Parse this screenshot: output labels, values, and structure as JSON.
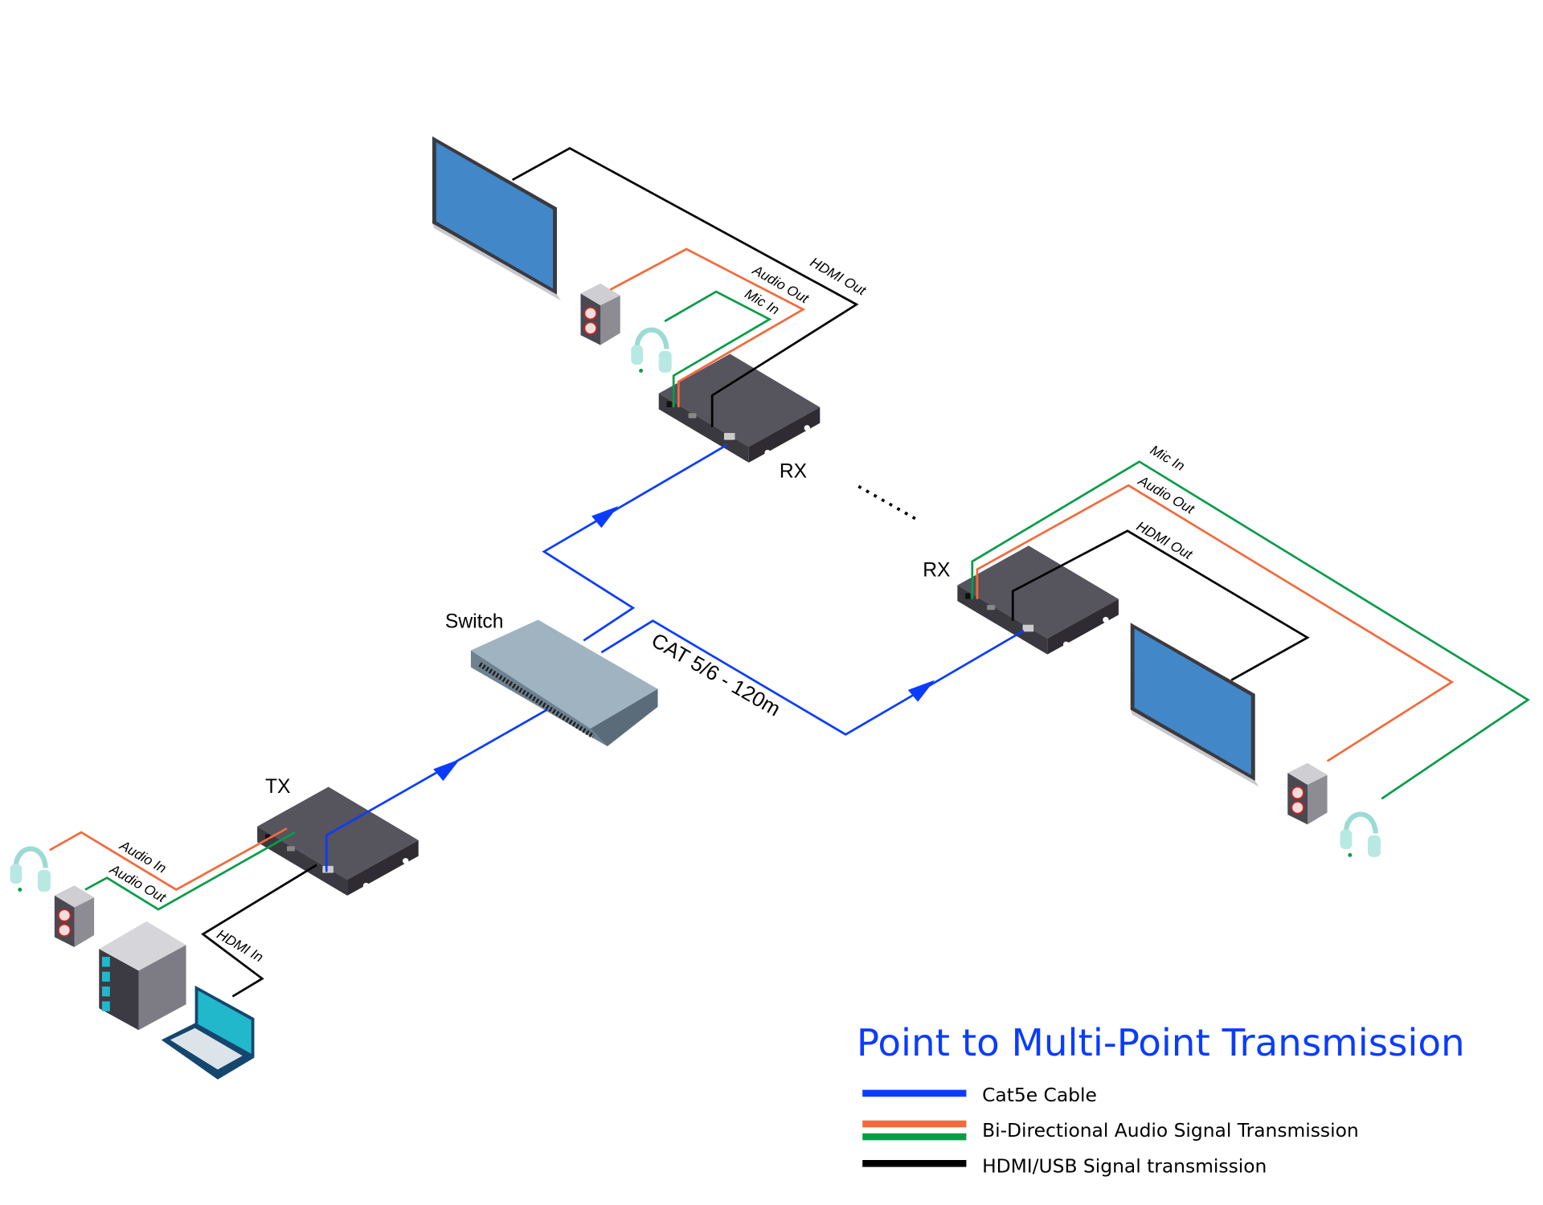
{
  "title": "Point to Multi-Point Transmission",
  "colors": {
    "cat_cable": "#0a3cff",
    "audio_orange": "#f26a3c",
    "audio_green": "#079c48",
    "hdmi": "#000000",
    "monitor": "#4287c8",
    "device": "#4a4850",
    "title": "#0a3cff"
  },
  "devices": {
    "tx": "TX",
    "rx1": "RX",
    "rx2": "RX",
    "switch": "Switch"
  },
  "cable_label": "CAT 5/6 - 120m",
  "tx_labels": {
    "audio_in": "Audio In",
    "audio_out": "Audio Out",
    "hdmi_in": "HDMI In"
  },
  "rx1_labels": {
    "hdmi_out": "HDMI Out",
    "audio_out": "Audio Out",
    "mic_in": "Mic In"
  },
  "rx2_labels": {
    "mic_in": "Mic In",
    "audio_out": "Audio Out",
    "hdmi_out": "HDMI Out"
  },
  "legend": [
    {
      "label": "Cat5e Cable"
    },
    {
      "label": "Bi-Directional Audio Signal Transmission"
    },
    {
      "label": "HDMI/USB Signal transmission"
    }
  ]
}
